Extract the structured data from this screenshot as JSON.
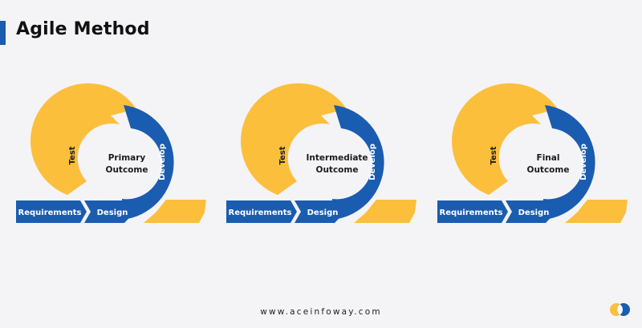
{
  "title": "Agile Method",
  "diagrams": [
    {
      "outcome": "Primary\nOutcome",
      "labels": {
        "requirements": "Requirements",
        "design": "Design",
        "develop": "Develop",
        "test": "Test"
      }
    },
    {
      "outcome": "Intermediate\nOutcome",
      "labels": {
        "requirements": "Requirements",
        "design": "Design",
        "develop": "Develop",
        "test": "Test"
      }
    },
    {
      "outcome": "Final\nOutcome",
      "labels": {
        "requirements": "Requirements",
        "design": "Design",
        "develop": "Develop",
        "test": "Test"
      }
    }
  ],
  "footer": "www.aceinfoway.com",
  "colors": {
    "blue": "#1a5cb0",
    "yellow": "#fbbf3c",
    "background": "#f4f3f6"
  },
  "icons": {
    "brand_logo": "two-overlapping-circles-icon"
  }
}
